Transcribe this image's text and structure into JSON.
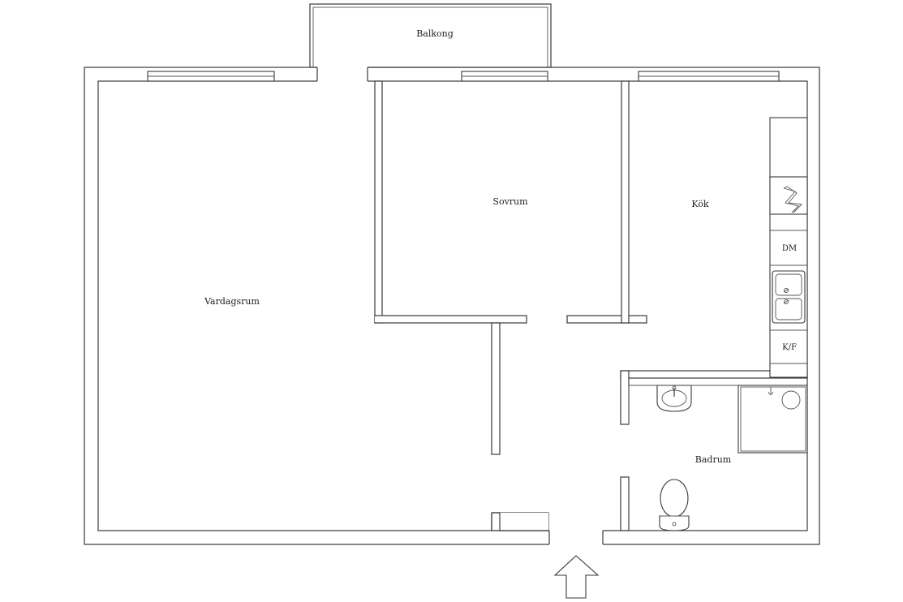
{
  "rooms": {
    "balcony": "Balkong",
    "living": "Vardagsrum",
    "bedroom": "Sovrum",
    "kitchen": "Kök",
    "bathroom": "Badrum"
  },
  "appliances": {
    "dishwasher": "DM",
    "fridge_freezer": "K/F"
  }
}
